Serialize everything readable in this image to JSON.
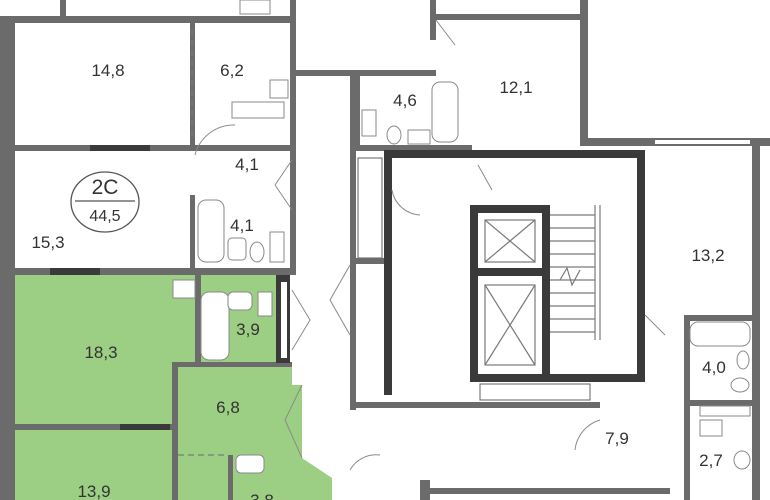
{
  "plan": {
    "highlight_color": "#9ccf84",
    "apartment_badge": {
      "code": "2С",
      "area": "44,5"
    },
    "rooms": [
      {
        "id": "r-148",
        "label": "14,8"
      },
      {
        "id": "r-62",
        "label": "6,2"
      },
      {
        "id": "r-41a",
        "label": "4,1"
      },
      {
        "id": "r-41b",
        "label": "4,1"
      },
      {
        "id": "r-153",
        "label": "15,3"
      },
      {
        "id": "r-46",
        "label": "4,6"
      },
      {
        "id": "r-121",
        "label": "12,1"
      },
      {
        "id": "r-132",
        "label": "13,2"
      },
      {
        "id": "r-40",
        "label": "4,0"
      },
      {
        "id": "r-79",
        "label": "7,9"
      },
      {
        "id": "r-27",
        "label": "2,7"
      },
      {
        "id": "r-183",
        "label": "18,3"
      },
      {
        "id": "r-39",
        "label": "3,9"
      },
      {
        "id": "r-68",
        "label": "6,8"
      },
      {
        "id": "r-139",
        "label": "13,9"
      },
      {
        "id": "r-38",
        "label": "3,8"
      }
    ]
  }
}
